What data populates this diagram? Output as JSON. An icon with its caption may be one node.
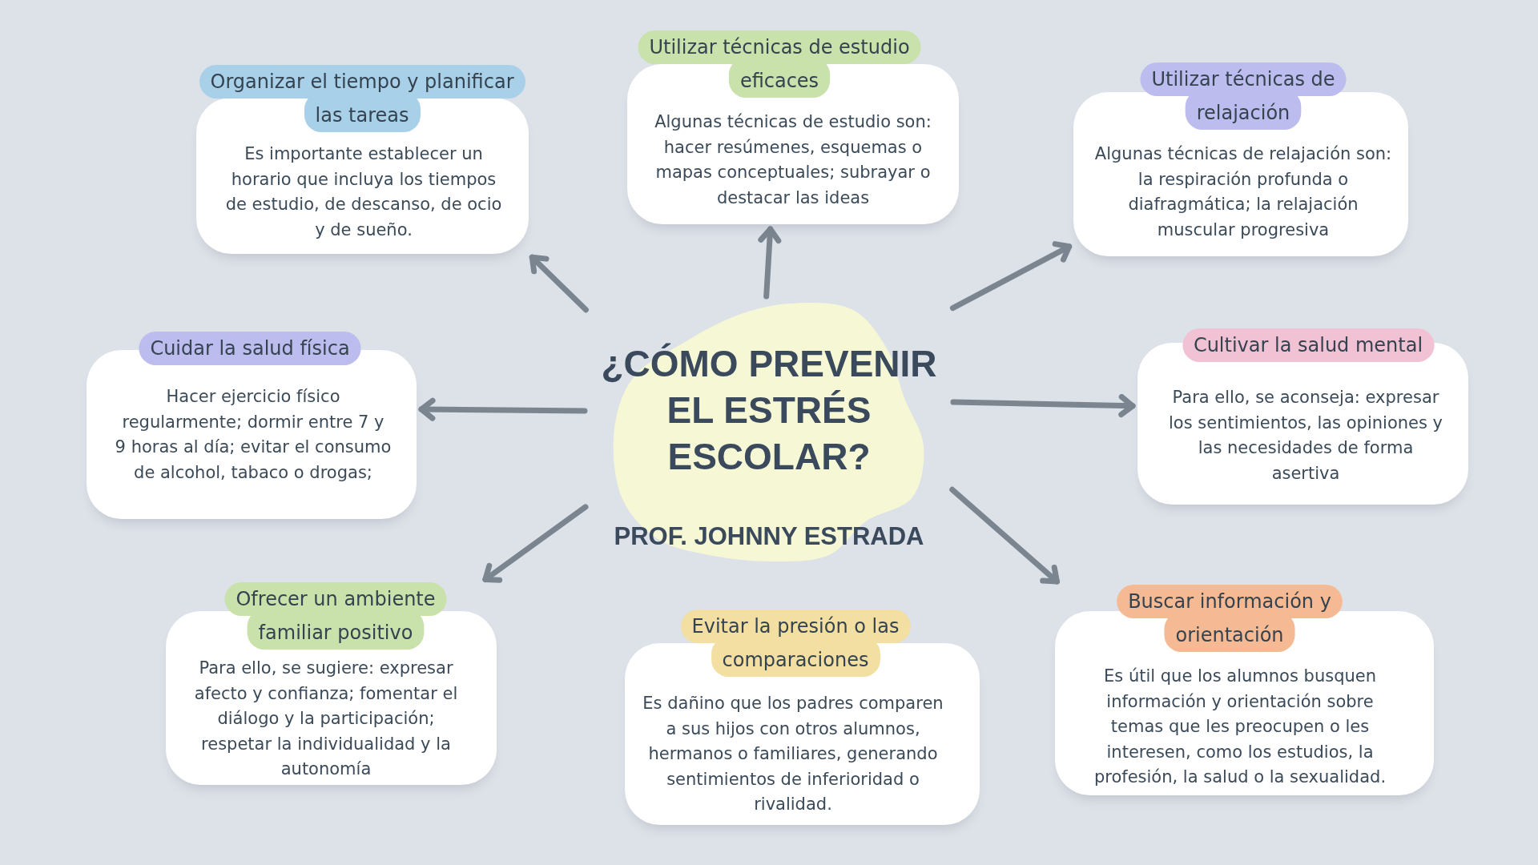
{
  "diagram": {
    "nodes": [
      {
        "text": [
          "¿CÓMO PREVENIR EL ESTRÉS ESCOLAR?",
          "PROF. JOHNNY ESTRADA"
        ]
      },
      {
        "text": [
          "Organizar el tiempo y planificar las tareas",
          "Es importante establecer un horario que incluya los tiempos de estudio, de descanso, de ocio y de sueño."
        ]
      },
      {
        "text": [
          "Utilizar técnicas de estudio eficaces",
          "Algunas técnicas de estudio son: hacer resúmenes, esquemas o mapas conceptuales; subrayar o destacar las ideas"
        ]
      },
      {
        "text": [
          "Utilizar técnicas de relajación",
          "Algunas técnicas de relajación son: la respiración profunda o diafragmática; la relajación muscular progresiva"
        ]
      },
      {
        "text": [
          "Cuidar la salud física",
          "Hacer ejercicio físico regularmente; dormir entre 7 y 9 horas al día; evitar el consumo de alcohol, tabaco o drogas;"
        ]
      },
      {
        "text": [
          "Cultivar la salud mental",
          "Para ello, se aconseja: expresar los sentimientos, las opiniones y las necesidades de forma asertiva"
        ]
      },
      {
        "text": [
          "Ofrecer un ambiente familiar positivo",
          "Para ello, se sugiere: expresar afecto y confianza; fomentar el diálogo y la participación; respetar la individualidad y la autonomía"
        ]
      },
      {
        "text": [
          "Evitar la presión o las comparaciones",
          "Es dañino que los padres comparen a sus hijos con otros alumnos, hermanos o familiares, generando sentimientos de inferioridad o rivalidad."
        ]
      },
      {
        "text": [
          "Buscar información y orientación",
          "Es útil que los alumnos busquen información y orientación sobre temas que les preocupen o les interesen, como los estudios, la profesión, la salud o la sexualidad."
        ]
      }
    ],
    "edges": [
      {
        "from": 0,
        "to": 1,
        "arrow": "to"
      },
      {
        "from": 0,
        "to": 2,
        "arrow": "to"
      },
      {
        "from": 0,
        "to": 3,
        "arrow": "to"
      },
      {
        "from": 0,
        "to": 4,
        "arrow": "to"
      },
      {
        "from": 0,
        "to": 5,
        "arrow": "to"
      },
      {
        "from": 0,
        "to": 6,
        "arrow": "to"
      },
      {
        "from": 0,
        "to": 8,
        "arrow": "to"
      }
    ]
  }
}
